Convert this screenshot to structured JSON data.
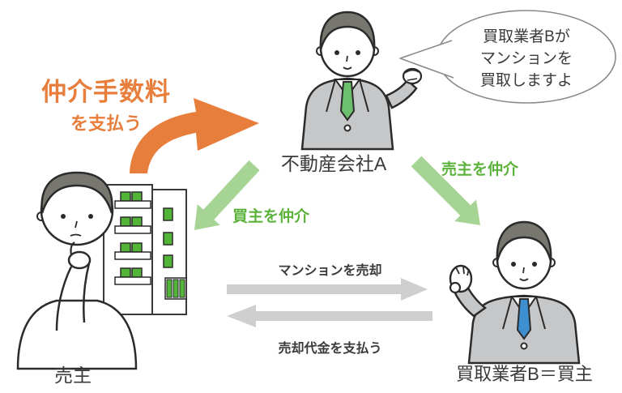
{
  "colors": {
    "orange": "#E87E3C",
    "green_arrow": "#A6D494",
    "green_text": "#5BB33B",
    "gray_arrow": "#CFCFCF",
    "text_dark": "#3A3A3A",
    "suit_gray": "#C6C7C9",
    "tie_green": "#6CBF6C",
    "tie_blue": "#3E8FD0",
    "hair_gray": "#77766F",
    "window_green": "#52B537"
  },
  "speech_bubble": {
    "lines": [
      "買取業者Bが",
      "マンションを",
      "買取しますよ"
    ]
  },
  "commission": {
    "line1": "仲介手数料",
    "line2": "を支払う"
  },
  "agent_a": {
    "label": "不動産会社A"
  },
  "seller": {
    "label": "売主"
  },
  "buyer_b": {
    "label": "買取業者B＝買主"
  },
  "arrows": {
    "broker_buyer": "買主を仲介",
    "broker_seller": "売主を仲介",
    "sell": "マンションを売却",
    "pay": "売却代金を支払う"
  }
}
